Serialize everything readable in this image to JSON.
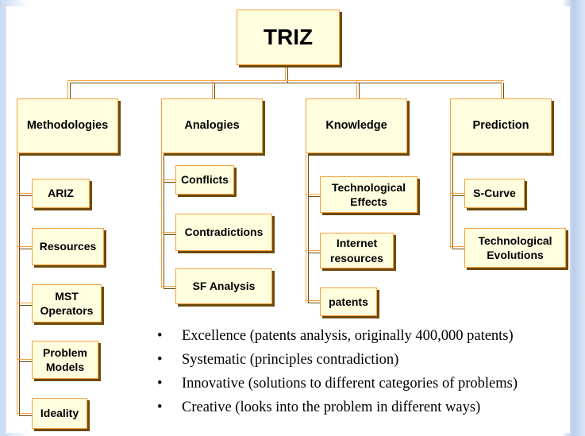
{
  "root": {
    "label": "TRIZ"
  },
  "branches": [
    {
      "label": "Methodologies",
      "children": [
        "ARIZ",
        "Resources",
        "MST Operators",
        "Problem Models",
        "Ideality"
      ]
    },
    {
      "label": "Analogies",
      "children": [
        "Conflicts",
        "Contradictions",
        "SF Analysis"
      ]
    },
    {
      "label": "Knowledge",
      "children": [
        "Technological Effects",
        "Internet resources",
        "patents"
      ]
    },
    {
      "label": "Prediction",
      "children": [
        "S-Curve",
        "Technological Evolutions"
      ]
    }
  ],
  "bullets": [
    "Excellence (patents analysis,  originally 400,000 patents)",
    "Systematic (principles contradiction)",
    "Innovative (solutions to different categories of problems)",
    "Creative (looks into the problem in different ways)"
  ],
  "bullet_symbol": "•",
  "colors": {
    "box_fill": "#ffffe0",
    "box_border": "#f5a040",
    "shadow": "#6e4a0c"
  }
}
